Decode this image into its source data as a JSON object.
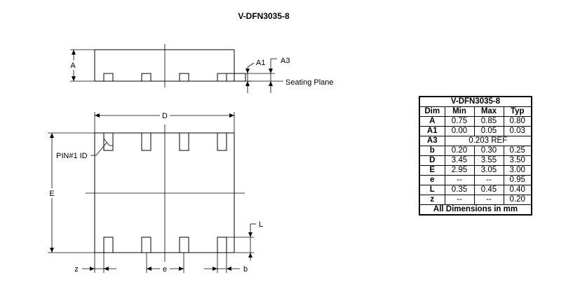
{
  "title": "V-DFN3035-8",
  "side_view": {
    "label_A": "A",
    "label_A1": "A1",
    "label_A3": "A3",
    "seating_plane": "Seating Plane"
  },
  "bottom_view": {
    "label_D": "D",
    "label_E": "E",
    "label_pin1": "PIN#1 ID",
    "label_L": "L",
    "label_z": "z",
    "label_e": "e",
    "label_b": "b"
  },
  "table": {
    "title": "V-DFN3035-8",
    "headers": [
      "Dim",
      "Min",
      "Max",
      "Typ"
    ],
    "rows": [
      {
        "dim": "A",
        "min": "0.75",
        "max": "0.85",
        "typ": "0.80"
      },
      {
        "dim": "A1",
        "min": "0.00",
        "max": "0.05",
        "typ": "0.03"
      },
      {
        "dim": "A3",
        "span": "0.203 REF"
      },
      {
        "dim": "b",
        "min": "0.20",
        "max": "0.30",
        "typ": "0.25"
      },
      {
        "dim": "D",
        "min": "3.45",
        "max": "3.55",
        "typ": "3.50"
      },
      {
        "dim": "E",
        "min": "2.95",
        "max": "3.05",
        "typ": "3.00"
      },
      {
        "dim": "e",
        "min": "--",
        "max": "--",
        "typ": "0.95"
      },
      {
        "dim": "L",
        "min": "0.35",
        "max": "0.45",
        "typ": "0.40"
      },
      {
        "dim": "z",
        "min": "--",
        "max": "--",
        "typ": "0.20"
      }
    ],
    "footer": "All Dimensions in mm"
  }
}
